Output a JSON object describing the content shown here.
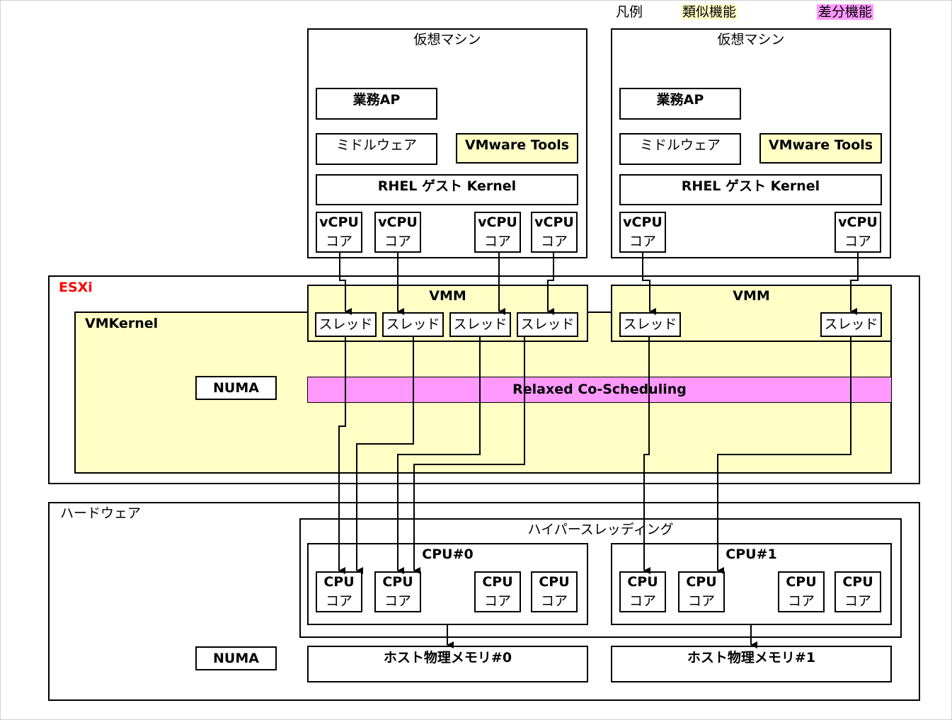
{
  "legend": {
    "label": "凡例",
    "similar": "類似機能",
    "difference": "差分機能",
    "similar_color": "#ffffc6",
    "difference_color": "#ff99ff"
  },
  "vm": {
    "title": "仮想マシン",
    "app": "業務AP",
    "middleware": "ミドルウェア",
    "tools": "VMware Tools",
    "kernel": "RHEL ゲスト Kernel",
    "vcpu_line1": "vCPU",
    "vcpu_line2": "コア"
  },
  "esxi": {
    "label": "ESXi",
    "label_color": "#ff0000",
    "vmkernel": "VMKernel",
    "vmm": "VMM",
    "thread": "スレッド",
    "numa": "NUMA",
    "relaxed": "Relaxed Co-Scheduling"
  },
  "hardware": {
    "label": "ハードウェア",
    "hyperthreading": "ハイパースレッディング",
    "cpu0": "CPU#0",
    "cpu1": "CPU#1",
    "core_line1": "CPU",
    "core_line2": "コア",
    "numa": "NUMA",
    "mem0": "ホスト物理メモリ#0",
    "mem1": "ホスト物理メモリ#1"
  }
}
